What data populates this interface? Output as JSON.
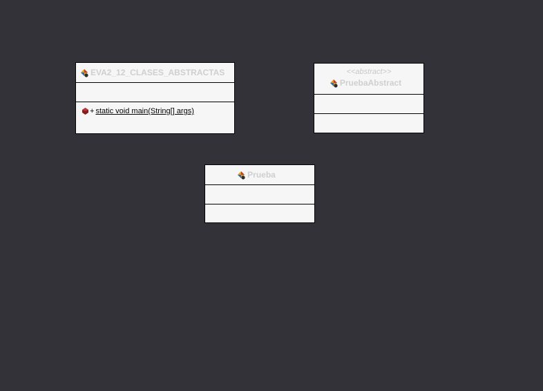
{
  "classes": [
    {
      "name": "EVA2_12_CLASES_ABSTRACTAS",
      "stereotype": "",
      "methods": [
        {
          "visibility": "+",
          "signature": "static void main(String[] args)"
        }
      ]
    },
    {
      "name": "PruebaAbstract",
      "stereotype": "<<abstract>>",
      "methods": []
    },
    {
      "name": "Prueba",
      "stereotype": "",
      "methods": []
    }
  ],
  "colors": {
    "canvas": "#333238",
    "class_fill": "#f6f6f6",
    "class_name_text": "#cfcfcf",
    "border": "#000000",
    "method_icon": "#8b1a1a"
  },
  "icons": {
    "class": "class-icon",
    "method": "static-method-icon"
  }
}
